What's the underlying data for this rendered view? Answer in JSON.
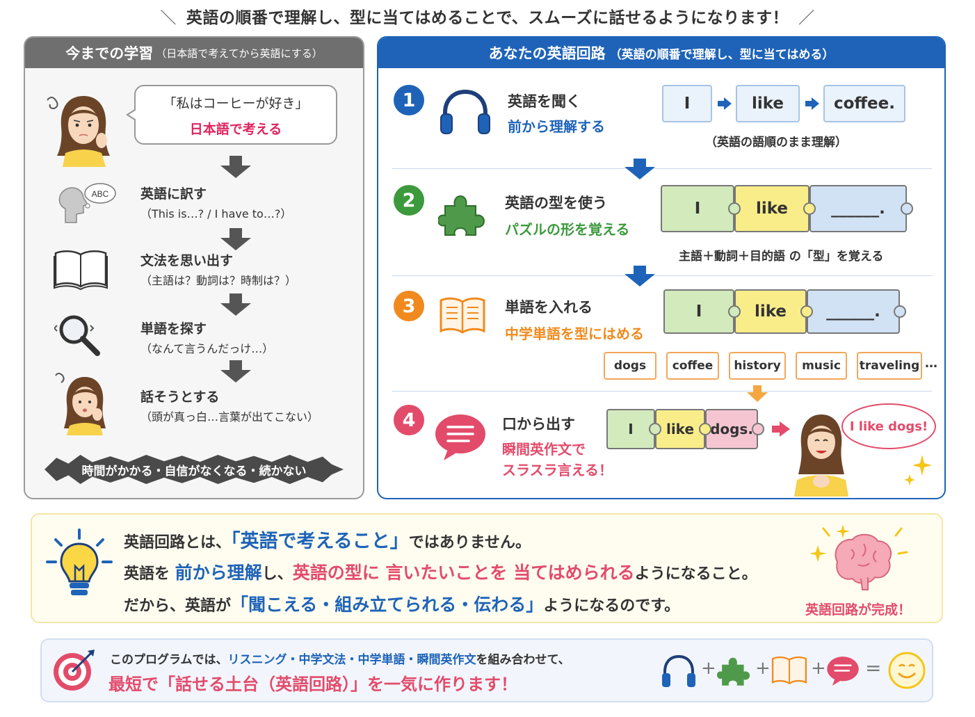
{
  "header": {
    "slash_left": "＼",
    "title": "英語の順番で理解し、型に当てはめることで、スムーズに話せるようになります！",
    "slash_right": "／"
  },
  "left": {
    "title": "今までの学習",
    "title_note": "（日本語で考えてから英語にする）",
    "bubble_quote": "「私はコーヒーが好き」",
    "bubble_label": "日本語で考える",
    "abc_label": "ABC",
    "steps": [
      {
        "title": "英語に訳す",
        "sub": "（This is…? / I have to…?）"
      },
      {
        "title": "文法を思い出す",
        "sub": "（主語は？動詞は？時制は？）"
      },
      {
        "title": "単語を探す",
        "sub": "（なんて言うんだっけ…）"
      },
      {
        "title": "話そうとする",
        "sub": "（頭が真っ白…言葉が出てこない）"
      }
    ],
    "result": "時間がかかる・自信がなくなる・続かない"
  },
  "right": {
    "title": "あなたの英語回路",
    "title_note": "（英語の順番で理解し、型に当てはめる）",
    "step1": {
      "num": "1",
      "title": "英語を聞く",
      "sub": "前から理解する",
      "words": [
        "I",
        "like",
        "coffee."
      ],
      "note": "（英語の語順のまま理解）"
    },
    "step2": {
      "num": "2",
      "title": "英語の型を使う",
      "sub": "パズルの形を覚える",
      "pieces": [
        "I",
        "like",
        "______."
      ],
      "note": "主語＋動詞＋目的語 の「型」を覚える"
    },
    "step3": {
      "num": "3",
      "title": "単語を入れる",
      "sub": "中学単語を型にはめる",
      "pieces": [
        "I",
        "like",
        "______."
      ],
      "words": [
        "dogs",
        "coffee",
        "history",
        "music",
        "traveling"
      ],
      "ellipsis": "…"
    },
    "step4": {
      "num": "4",
      "title": "口から出す",
      "sub_line1": "瞬間英作文で",
      "sub_line2": "スラスラ言える！",
      "pieces": [
        "I",
        "like",
        "dogs."
      ],
      "speech": "I like dogs!"
    }
  },
  "summary": {
    "l1_a": "英語回路とは、",
    "l1_b": "「英語で考えること」",
    "l1_c": "ではありません。",
    "l2_a": "英語を ",
    "l2_b": "前から理解",
    "l2_c": "し、",
    "l2_d": "英語の型に 言いたいことを 当てはめられる",
    "l2_e": "ようになること。",
    "l3_a": "だから、英語が",
    "l3_b": "「聞こえる・組み立てられる・伝わる」",
    "l3_c": "ようになるのです。",
    "badge": "英語回路が完成！"
  },
  "program": {
    "line1_a": "このプログラムでは、",
    "line1_b": "リスニング・中学文法・中学単語・瞬間英作文",
    "line1_c": "を組み合わせて、",
    "line2": "最短で「話せる土台（英語回路）」を一気に作ります！",
    "plus": "+",
    "equals": "="
  },
  "colors": {
    "blue": "#1e63b8",
    "green": "#3c9a3c",
    "orange": "#f08a1e",
    "pink": "#e34b6b",
    "gray_header": "#6f6f6f"
  }
}
